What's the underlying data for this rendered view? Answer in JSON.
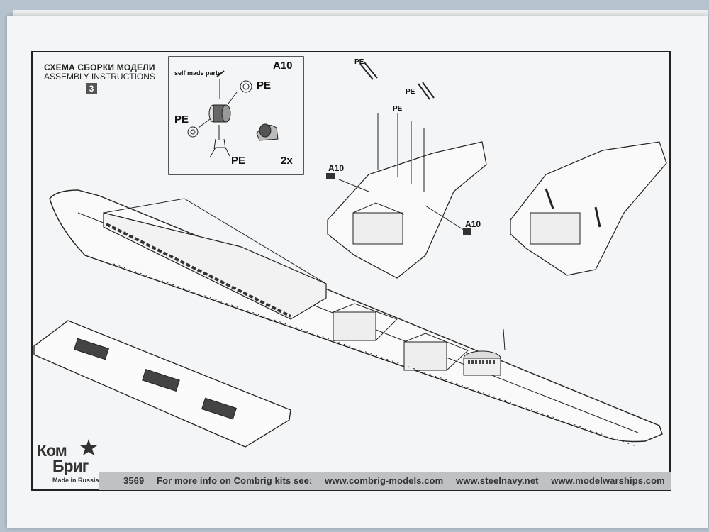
{
  "header": {
    "title_ru": "СХЕМА СБОРКИ МОДЕЛИ",
    "title_en": "ASSEMBLY INSTRUCTIONS",
    "step": "3"
  },
  "inset": {
    "id": "A10",
    "self_made": "self made parts",
    "pe_labels": [
      "PE",
      "PE",
      "PE"
    ],
    "multiplier": "2x"
  },
  "callouts": {
    "pe_top_left": "PE",
    "pe_top_right": "PE",
    "pe_middle": "PE",
    "a10_left": "A10",
    "a10_right": "A10"
  },
  "footer": {
    "kit_no": "3569",
    "info": "For more info on Combrig kits see:",
    "sites": [
      "www.combrig-models.com",
      "www.steelnavy.net",
      "www.modelwarships.com"
    ]
  },
  "logo": {
    "line1": "Ком",
    "line2": "Бриг",
    "made_in": "Made in Russia"
  }
}
